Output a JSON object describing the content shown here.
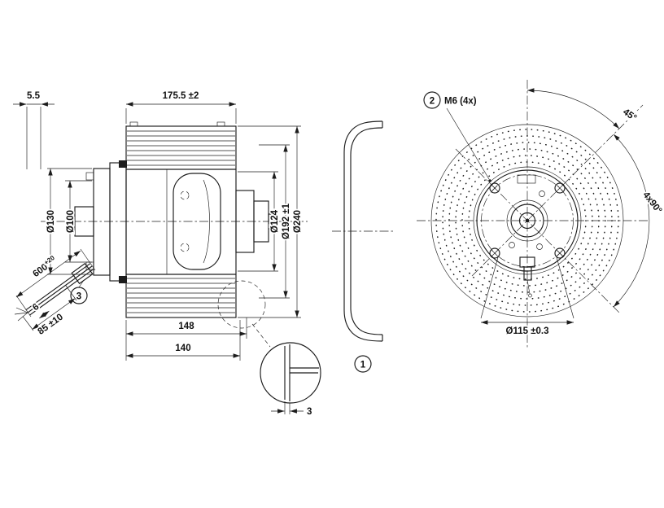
{
  "drawing": {
    "line_color": "#1c1c1c",
    "side_view": {
      "dim_5_5": "5.5",
      "dim_length": "175.5 ±2",
      "dim_flange_od": "Ø130",
      "dim_flange_pilot": "Ø100",
      "dim_cable_length": "600",
      "dim_cable_length_tol": "+20",
      "dim_cable_6": "6",
      "dim_cable_85": "85 ±10",
      "dim_d124": "Ø124",
      "dim_d192": "Ø192 ±1",
      "dim_d240": "Ø240",
      "dim_148": "148",
      "dim_140": "140",
      "balloon_3": "3"
    },
    "detail_view": {
      "dim_thickness": "3"
    },
    "ring_view": {
      "balloon_1": "1"
    },
    "front_view": {
      "balloon_2": "2",
      "label_m6": "M6 (4x)",
      "dim_45": "45°",
      "dim_4x90": "4x90°",
      "dim_d115": "Ø115 ±0.3"
    }
  }
}
